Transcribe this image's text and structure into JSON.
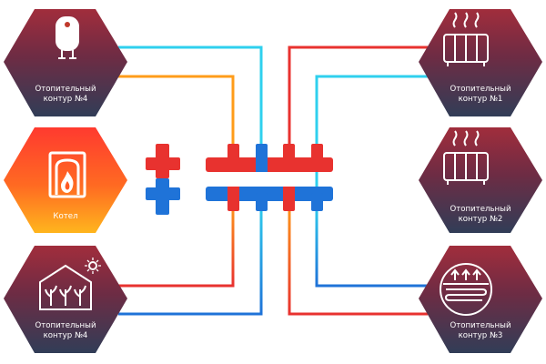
{
  "nodes": {
    "boiler": {
      "label": "Котел"
    },
    "water_heater": {
      "label_line1": "Отопительный",
      "label_line2": "контур  №4"
    },
    "greenhouse": {
      "label_line1": "Отопительный",
      "label_line2": "контур  №4"
    },
    "radiator1": {
      "label_line1": "Отопительный",
      "label_line2": "контур  №1"
    },
    "radiator2": {
      "label_line1": "Отопительный",
      "label_line2": "контур  №2"
    },
    "floor_heating": {
      "label_line1": "Отопительный",
      "label_line2": "контур  №3"
    }
  },
  "colors": {
    "supply": "#e8322f",
    "return": "#1f73d8",
    "cyan": "#2fd0ee",
    "orange": "#ff9c1a",
    "hex_top": "#9c2b3c",
    "hex_bottom": "#35405a",
    "boiler_top": "#ff3b2e",
    "boiler_bottom": "#ffb21d"
  },
  "icons": {
    "water_heater": "water-heater-icon",
    "boiler": "flame-icon",
    "greenhouse": "greenhouse-icon",
    "radiator1": "radiator-icon",
    "radiator2": "radiator-icon",
    "floor_heating": "underfloor-heating-icon"
  }
}
